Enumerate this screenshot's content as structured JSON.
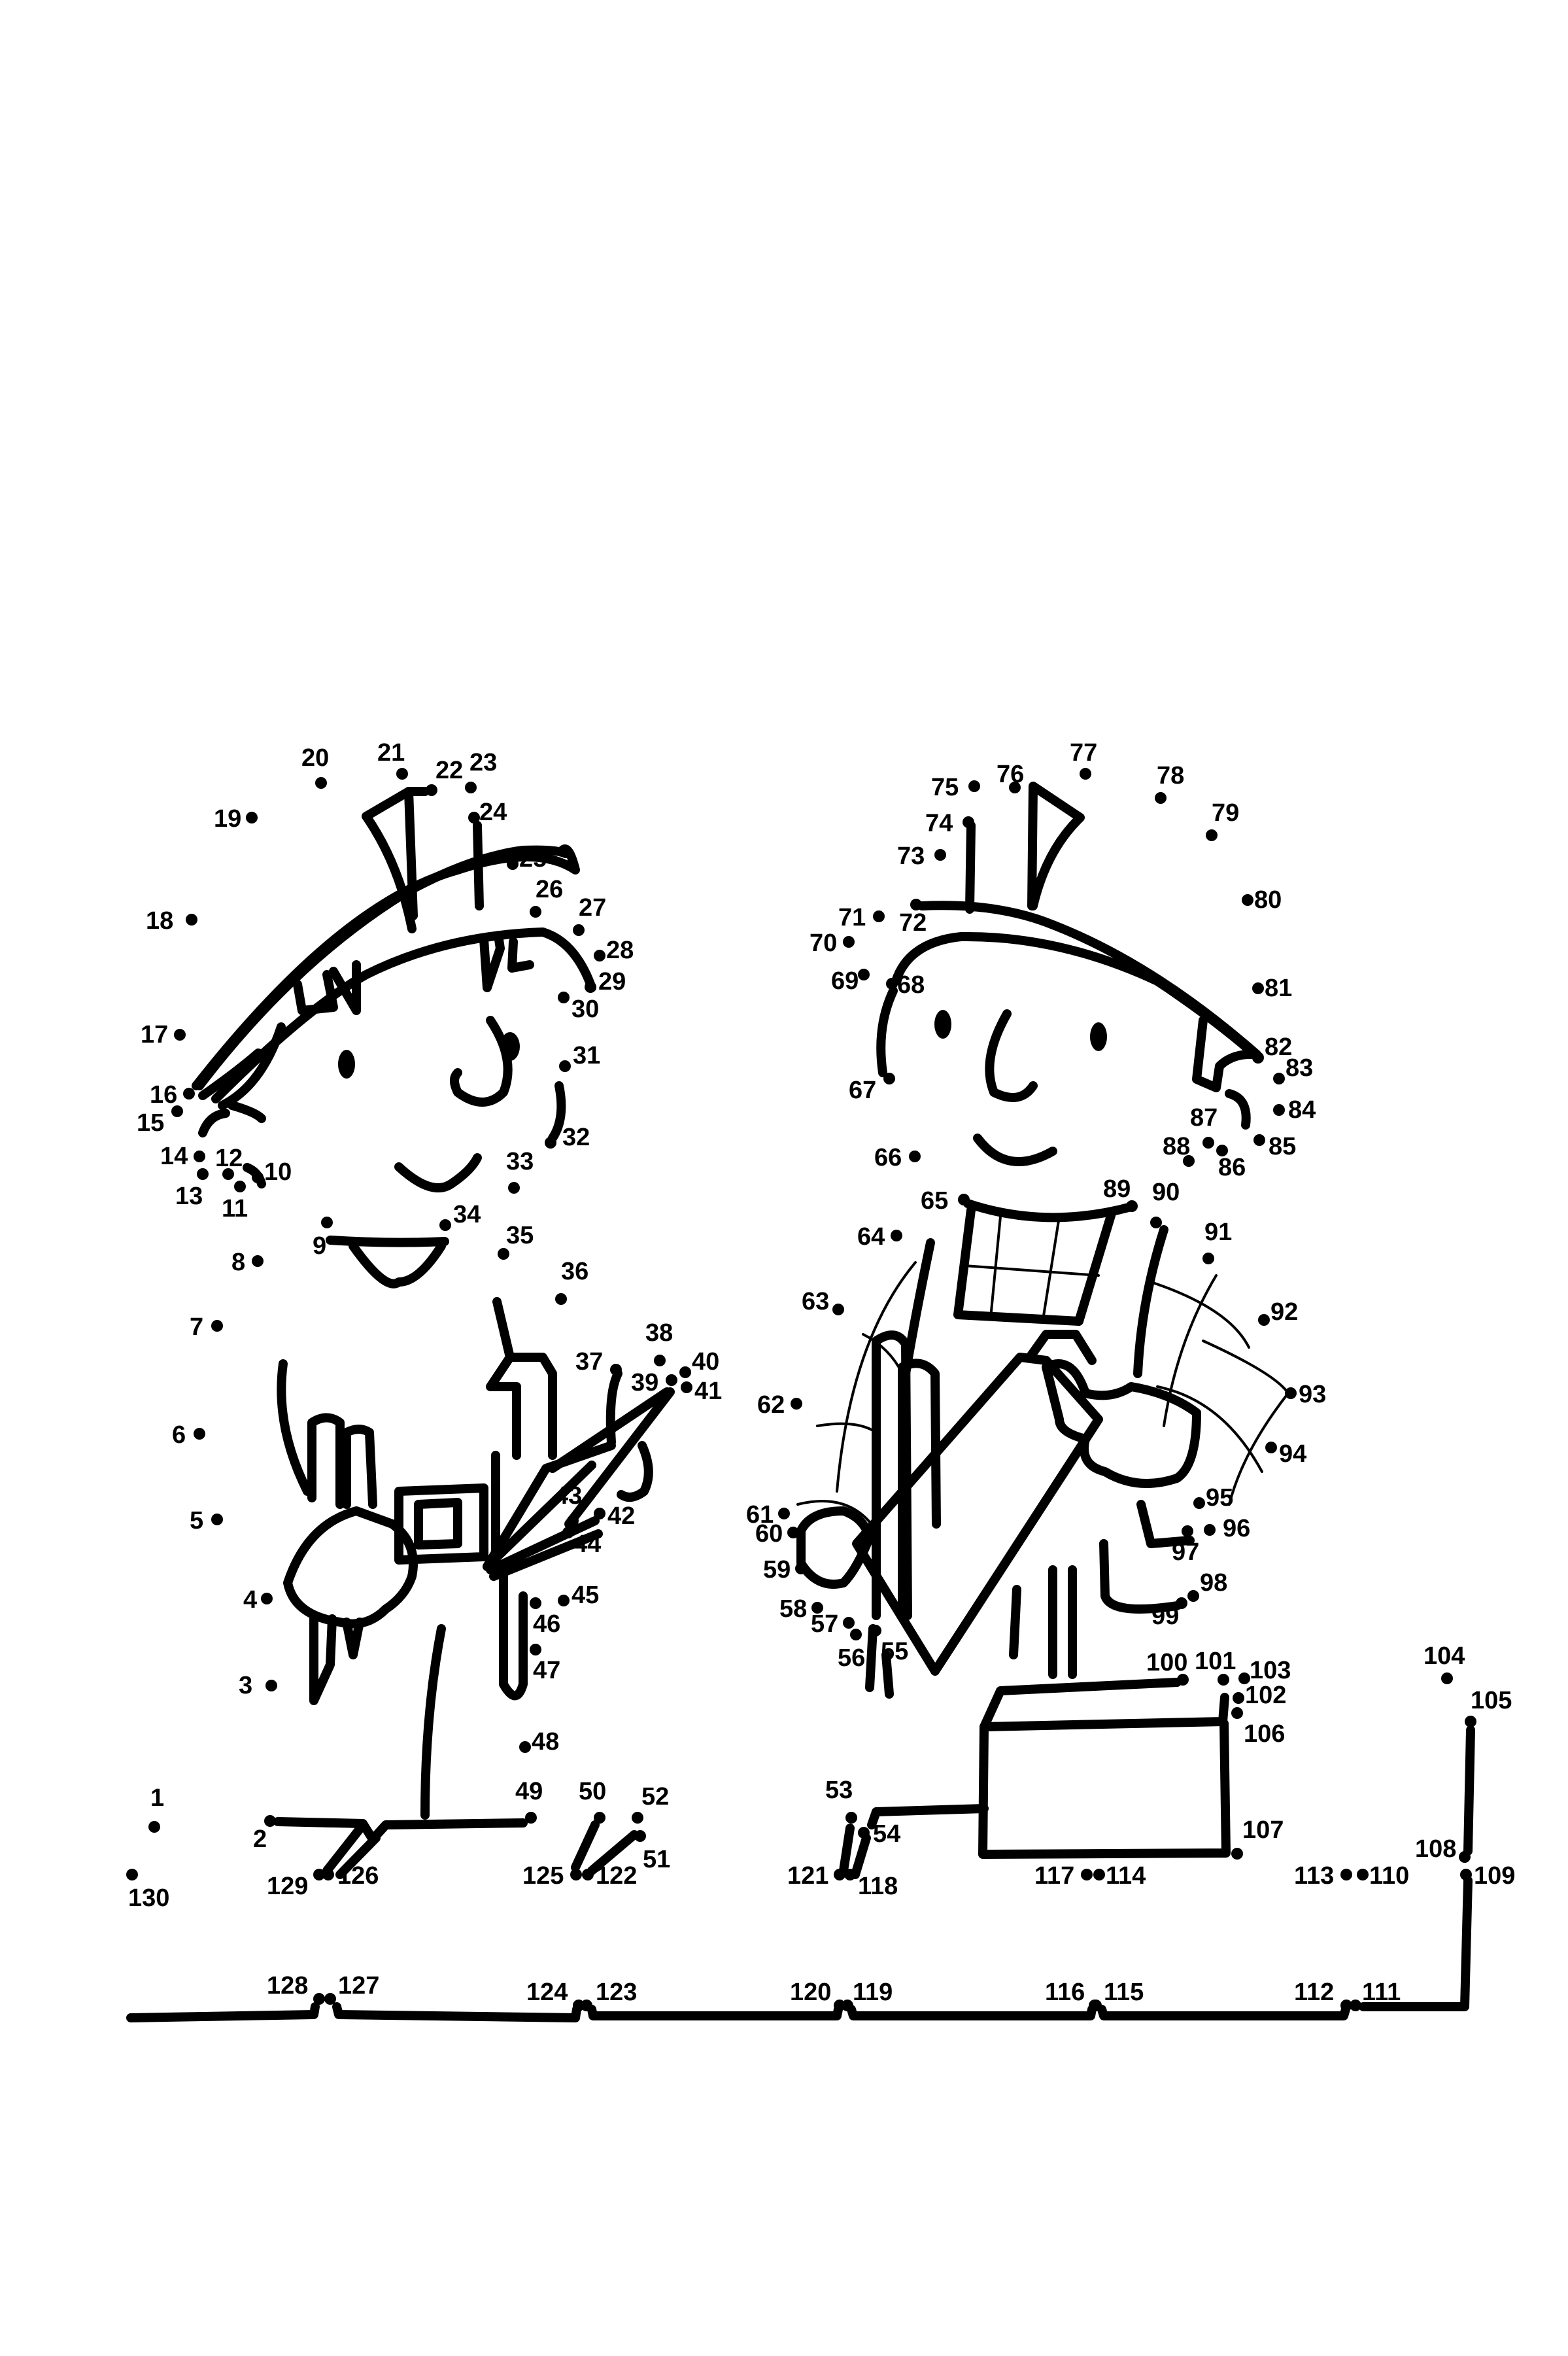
{
  "page": {
    "type": "connect-the-dots worksheet",
    "subject": "two builder characters with hard hats, clipboard and toolbox",
    "total_dots": 130,
    "background_color": "#ffffff",
    "ink_color": "#000000"
  },
  "dots": [
    {
      "n": 1,
      "label": "1"
    },
    {
      "n": 2,
      "label": "2"
    },
    {
      "n": 3,
      "label": "3"
    },
    {
      "n": 4,
      "label": "4"
    },
    {
      "n": 5,
      "label": "5"
    },
    {
      "n": 6,
      "label": "6"
    },
    {
      "n": 7,
      "label": "7"
    },
    {
      "n": 8,
      "label": "8"
    },
    {
      "n": 9,
      "label": "9"
    },
    {
      "n": 10,
      "label": "10"
    },
    {
      "n": 11,
      "label": "11"
    },
    {
      "n": 12,
      "label": "12"
    },
    {
      "n": 13,
      "label": "13"
    },
    {
      "n": 14,
      "label": "14"
    },
    {
      "n": 15,
      "label": "15"
    },
    {
      "n": 16,
      "label": "16"
    },
    {
      "n": 17,
      "label": "17"
    },
    {
      "n": 18,
      "label": "18"
    },
    {
      "n": 19,
      "label": "19"
    },
    {
      "n": 20,
      "label": "20"
    },
    {
      "n": 21,
      "label": "21"
    },
    {
      "n": 22,
      "label": "22"
    },
    {
      "n": 23,
      "label": "23"
    },
    {
      "n": 24,
      "label": "24"
    },
    {
      "n": 25,
      "label": "25"
    },
    {
      "n": 26,
      "label": "26"
    },
    {
      "n": 27,
      "label": "27"
    },
    {
      "n": 28,
      "label": "28"
    },
    {
      "n": 29,
      "label": "29"
    },
    {
      "n": 30,
      "label": "30"
    },
    {
      "n": 31,
      "label": "31"
    },
    {
      "n": 32,
      "label": "32"
    },
    {
      "n": 33,
      "label": "33"
    },
    {
      "n": 34,
      "label": "34"
    },
    {
      "n": 35,
      "label": "35"
    },
    {
      "n": 36,
      "label": "36"
    },
    {
      "n": 37,
      "label": "37"
    },
    {
      "n": 38,
      "label": "38"
    },
    {
      "n": 39,
      "label": "39"
    },
    {
      "n": 40,
      "label": "40"
    },
    {
      "n": 41,
      "label": "41"
    },
    {
      "n": 42,
      "label": "42"
    },
    {
      "n": 43,
      "label": "43"
    },
    {
      "n": 44,
      "label": "44"
    },
    {
      "n": 45,
      "label": "45"
    },
    {
      "n": 46,
      "label": "46"
    },
    {
      "n": 47,
      "label": "47"
    },
    {
      "n": 48,
      "label": "48"
    },
    {
      "n": 49,
      "label": "49"
    },
    {
      "n": 50,
      "label": "50"
    },
    {
      "n": 51,
      "label": "51"
    },
    {
      "n": 52,
      "label": "52"
    },
    {
      "n": 53,
      "label": "53"
    },
    {
      "n": 54,
      "label": "54"
    },
    {
      "n": 55,
      "label": "55"
    },
    {
      "n": 56,
      "label": "56"
    },
    {
      "n": 57,
      "label": "57"
    },
    {
      "n": 58,
      "label": "58"
    },
    {
      "n": 59,
      "label": "59"
    },
    {
      "n": 60,
      "label": "60"
    },
    {
      "n": 61,
      "label": "61"
    },
    {
      "n": 62,
      "label": "62"
    },
    {
      "n": 63,
      "label": "63"
    },
    {
      "n": 64,
      "label": "64"
    },
    {
      "n": 65,
      "label": "65"
    },
    {
      "n": 66,
      "label": "66"
    },
    {
      "n": 67,
      "label": "67"
    },
    {
      "n": 68,
      "label": "68"
    },
    {
      "n": 69,
      "label": "69"
    },
    {
      "n": 70,
      "label": "70"
    },
    {
      "n": 71,
      "label": "71"
    },
    {
      "n": 72,
      "label": "72"
    },
    {
      "n": 73,
      "label": "73"
    },
    {
      "n": 74,
      "label": "74"
    },
    {
      "n": 75,
      "label": "75"
    },
    {
      "n": 76,
      "label": "76"
    },
    {
      "n": 77,
      "label": "77"
    },
    {
      "n": 78,
      "label": "78"
    },
    {
      "n": 79,
      "label": "79"
    },
    {
      "n": 80,
      "label": "80"
    },
    {
      "n": 81,
      "label": "81"
    },
    {
      "n": 82,
      "label": "82"
    },
    {
      "n": 83,
      "label": "83"
    },
    {
      "n": 84,
      "label": "84"
    },
    {
      "n": 85,
      "label": "85"
    },
    {
      "n": 86,
      "label": "86"
    },
    {
      "n": 87,
      "label": "87"
    },
    {
      "n": 88,
      "label": "88"
    },
    {
      "n": 89,
      "label": "89"
    },
    {
      "n": 90,
      "label": "90"
    },
    {
      "n": 91,
      "label": "91"
    },
    {
      "n": 92,
      "label": "92"
    },
    {
      "n": 93,
      "label": "93"
    },
    {
      "n": 94,
      "label": "94"
    },
    {
      "n": 95,
      "label": "95"
    },
    {
      "n": 96,
      "label": "96"
    },
    {
      "n": 97,
      "label": "97"
    },
    {
      "n": 98,
      "label": "98"
    },
    {
      "n": 99,
      "label": "99"
    },
    {
      "n": 100,
      "label": "100"
    },
    {
      "n": 101,
      "label": "101"
    },
    {
      "n": 102,
      "label": "102"
    },
    {
      "n": 103,
      "label": "103"
    },
    {
      "n": 104,
      "label": "104"
    },
    {
      "n": 105,
      "label": "105"
    },
    {
      "n": 106,
      "label": "106"
    },
    {
      "n": 107,
      "label": "107"
    },
    {
      "n": 108,
      "label": "108"
    },
    {
      "n": 109,
      "label": "109"
    },
    {
      "n": 110,
      "label": "110"
    },
    {
      "n": 111,
      "label": "111"
    },
    {
      "n": 112,
      "label": "112"
    },
    {
      "n": 113,
      "label": "113"
    },
    {
      "n": 114,
      "label": "114"
    },
    {
      "n": 115,
      "label": "115"
    },
    {
      "n": 116,
      "label": "116"
    },
    {
      "n": 117,
      "label": "117"
    },
    {
      "n": 118,
      "label": "118"
    },
    {
      "n": 119,
      "label": "119"
    },
    {
      "n": 120,
      "label": "120"
    },
    {
      "n": 121,
      "label": "121"
    },
    {
      "n": 122,
      "label": "122"
    },
    {
      "n": 123,
      "label": "123"
    },
    {
      "n": 124,
      "label": "124"
    },
    {
      "n": 125,
      "label": "125"
    },
    {
      "n": 126,
      "label": "126"
    },
    {
      "n": 127,
      "label": "127"
    },
    {
      "n": 128,
      "label": "128"
    },
    {
      "n": 129,
      "label": "129"
    },
    {
      "n": 130,
      "label": "130"
    }
  ]
}
